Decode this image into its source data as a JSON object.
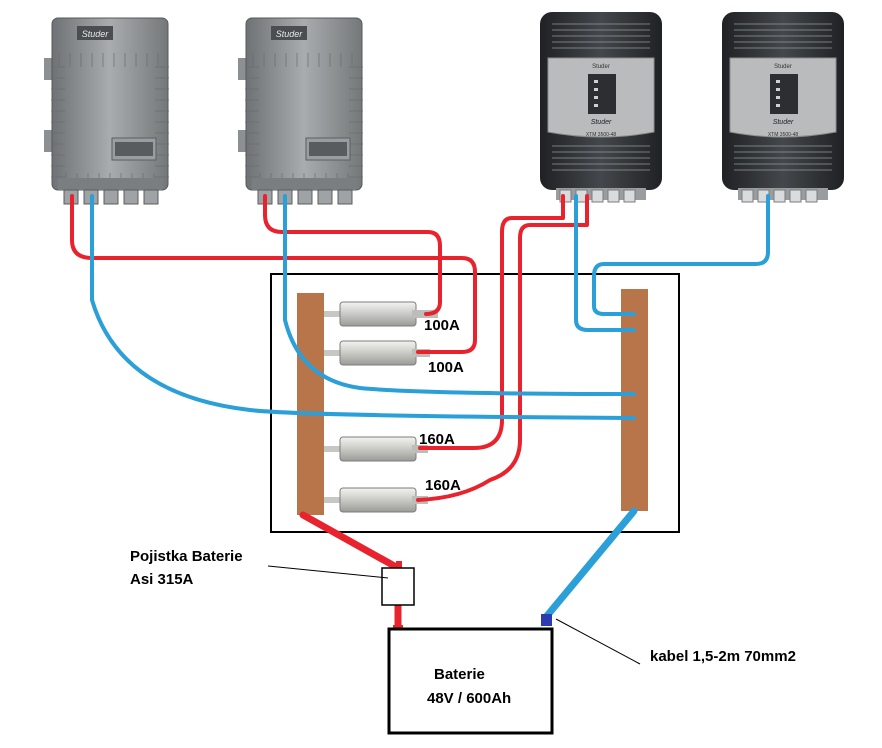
{
  "devices": {
    "charger_1": {
      "brand": "Studer"
    },
    "charger_2": {
      "brand": "Studer"
    },
    "inverter_1": {
      "brand": "Studer",
      "logo": "Studer",
      "model": "XTM 3500-48"
    },
    "inverter_2": {
      "brand": "Studer",
      "logo": "Studer",
      "model": "XTM 3500-48"
    }
  },
  "fuses": [
    {
      "rating": "100A"
    },
    {
      "rating": "100A"
    },
    {
      "rating": "160A"
    },
    {
      "rating": "160A"
    }
  ],
  "battery_fuse": {
    "line1": "Pojistka Baterie",
    "line2": "Asi 315A"
  },
  "battery": {
    "line1": "Baterie",
    "line2": "48V / 600Ah"
  },
  "cable_note": "kabel 1,5-2m 70mm2",
  "colors": {
    "positive": "#e8232d",
    "negative": "#2a9fd8",
    "busbar": "#b8754a",
    "device_gray": "#8a8d8f",
    "inverter_dark": "#2c2e31"
  }
}
